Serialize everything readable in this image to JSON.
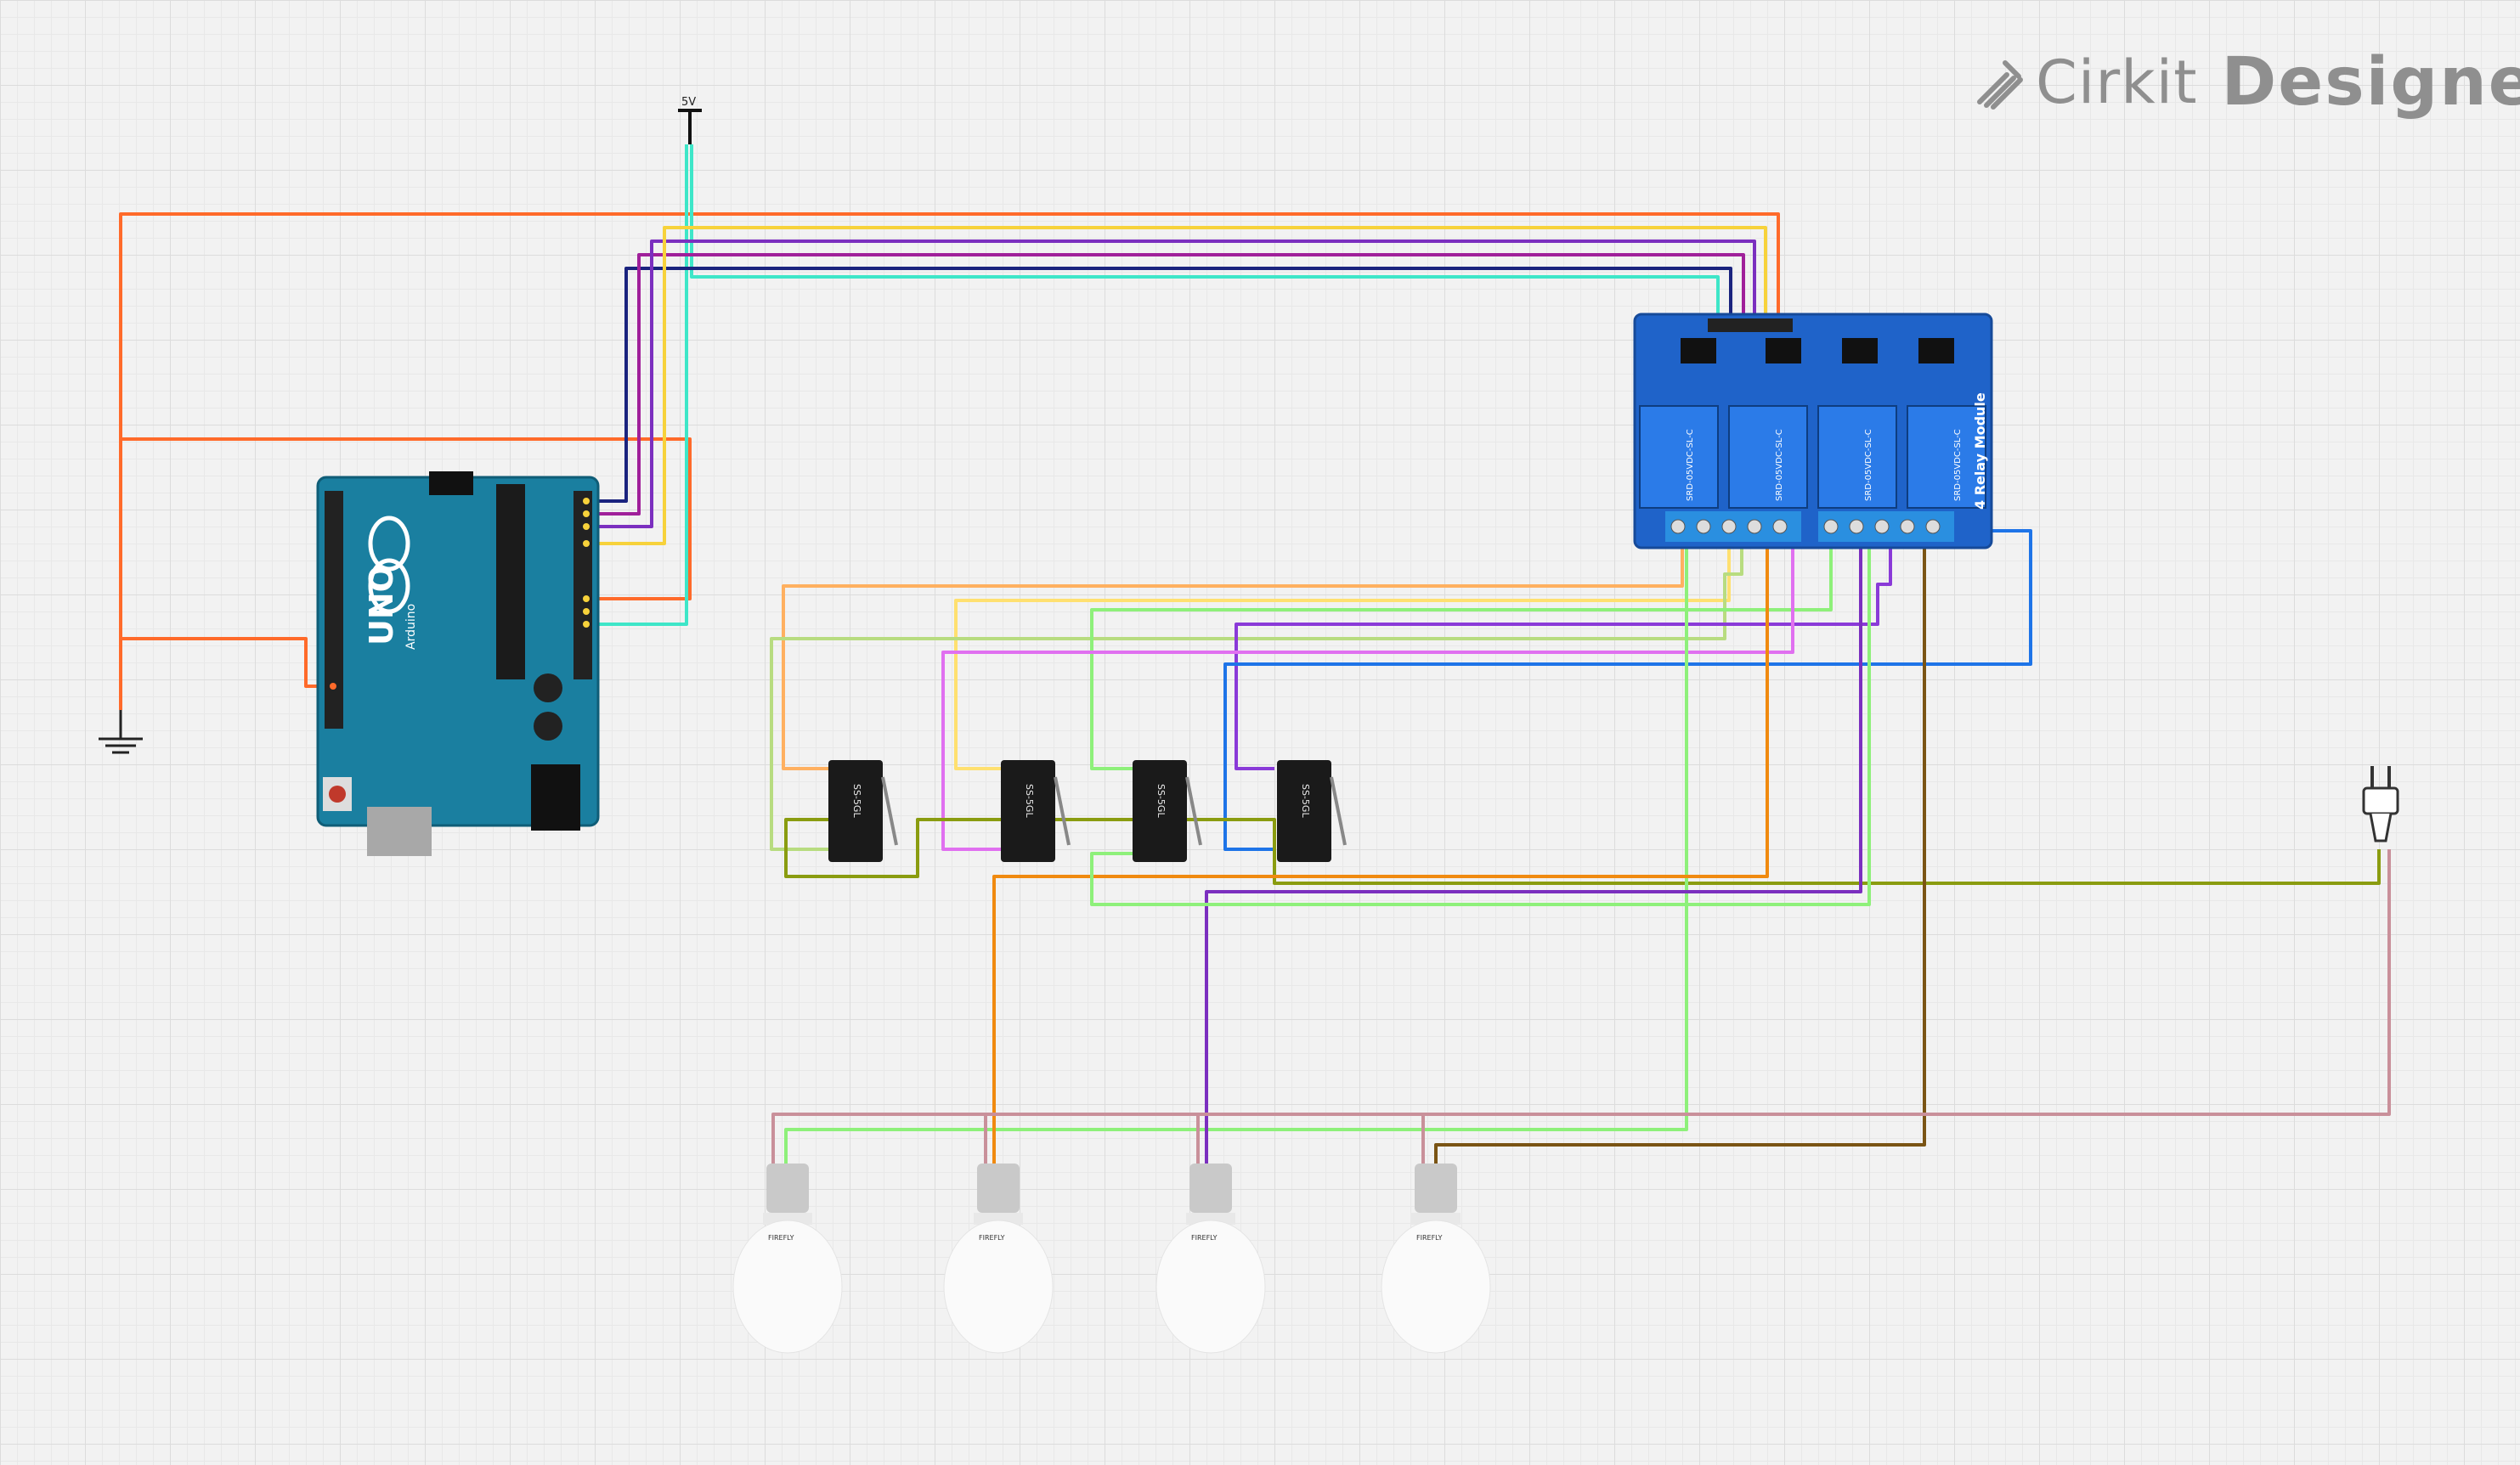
{
  "app": {
    "brand_prefix": "Cirkit",
    "brand_suffix": "Designer"
  },
  "labels": {
    "vcc": "5V",
    "arduino_model": "UNO",
    "arduino_brand": "Arduino",
    "relay_title": "4 Relay Module",
    "relay_part": "SRD-05VDC-SL-C",
    "switch_part": "SS-5GL",
    "bulb_brand": "FIREFLY"
  },
  "components": [
    {
      "type": "arduino-uno",
      "name": "Arduino UNO"
    },
    {
      "type": "relay-module",
      "name": "4 Relay Module",
      "channels": 4
    },
    {
      "type": "limit-switch",
      "count": 4
    },
    {
      "type": "light-bulb",
      "count": 4
    },
    {
      "type": "power-source",
      "name": "5V"
    },
    {
      "type": "ground"
    },
    {
      "type": "ac-plug"
    }
  ],
  "wire_colors": {
    "orange": "#ff6a2a",
    "yellow": "#f7d23b",
    "purple": "#7b2fbf",
    "magenta": "#a0209a",
    "navy": "#1a237e",
    "cyan": "#3ee6c8",
    "peach": "#ffb060",
    "light_yellow": "#ffe070",
    "light_green": "#b8dc80",
    "green": "#8ef07a",
    "violet": "#8a3ad8",
    "blue": "#1e74e8",
    "pink": "#e070f0",
    "olive": "#8a9c10",
    "brown": "#7a5414",
    "dusty_pink": "#c9909a",
    "dark_orange": "#f08a10"
  }
}
